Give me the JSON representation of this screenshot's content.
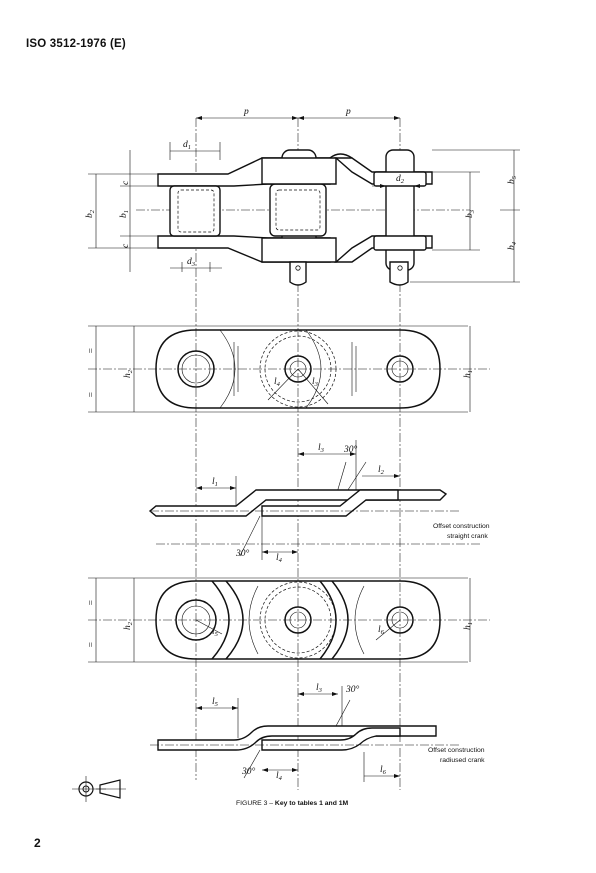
{
  "header": {
    "title": "ISO 3512-1976 (E)"
  },
  "page_number": "2",
  "figure": {
    "caption_prefix": "FIGURE 3 – ",
    "caption_bold": "Key to tables 1 and 1M"
  },
  "labels": {
    "straight": [
      "Offset construction",
      "straight crank"
    ],
    "radiused": [
      "Offset construction",
      "radiused crank"
    ]
  },
  "symbols": {
    "p": "p",
    "d1": "d",
    "d1s": "1",
    "d2": "d",
    "d2s": "2",
    "d3": "d",
    "d3s": "3",
    "c": "c",
    "b1": "b",
    "b1s": "1",
    "b2": "b",
    "b2s": "2",
    "b3": "b",
    "b3s": "3",
    "b4": "b",
    "b4s": "4",
    "b5": "b",
    "b5s": "5",
    "h1": "h",
    "h1s": "1",
    "h2": "h",
    "h2s": "2",
    "eq": "=",
    "l1": "l",
    "l1s": "1",
    "l2": "l",
    "l2s": "2",
    "l3": "l",
    "l3s": "3",
    "l4": "l",
    "l4s": "4",
    "l5": "l",
    "l5s": "5",
    "l6": "l",
    "l6s": "6",
    "angle": "30°"
  }
}
